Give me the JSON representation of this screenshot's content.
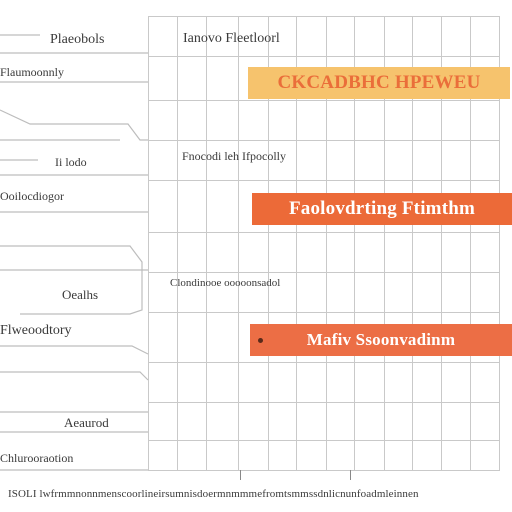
{
  "header": {
    "left_label": "Plaeobols",
    "right_label": "Ianovo Fleetloorl"
  },
  "left_column": {
    "items": [
      "Flaumoonnly",
      "Ii lodo",
      "Ooilocdiogor",
      "Oealhs",
      "Flweoodtory",
      "Aeaurod",
      "Chlurooraotion"
    ]
  },
  "middle_labels": [
    "Fnocodi leh Ifpocolly",
    "Clondinooe ooooonsadol"
  ],
  "banners": {
    "top": "CKCADBHC HPEWEU",
    "middle": "Faolovdrting Ftimthm",
    "bottom": "Mafiv Ssoonvadinm"
  },
  "footer_text": "ISOLI lwfrmmnonnmenscoorlineirsumnisdoermnmmmefromtsmmssdnlicnunfoadmleinnen",
  "colors": {
    "banner_top": "#f6c36d",
    "banner_top_text": "#ea6e3a",
    "banner_middle": "#ec6a38",
    "banner_middle_text": "#ffffff",
    "banner_bottom": "#ec6e45",
    "banner_bottom_text": "#ffffff",
    "grid": "#c9c9c9"
  },
  "icons": {
    "banner_bottom_marker": "dot-icon"
  }
}
